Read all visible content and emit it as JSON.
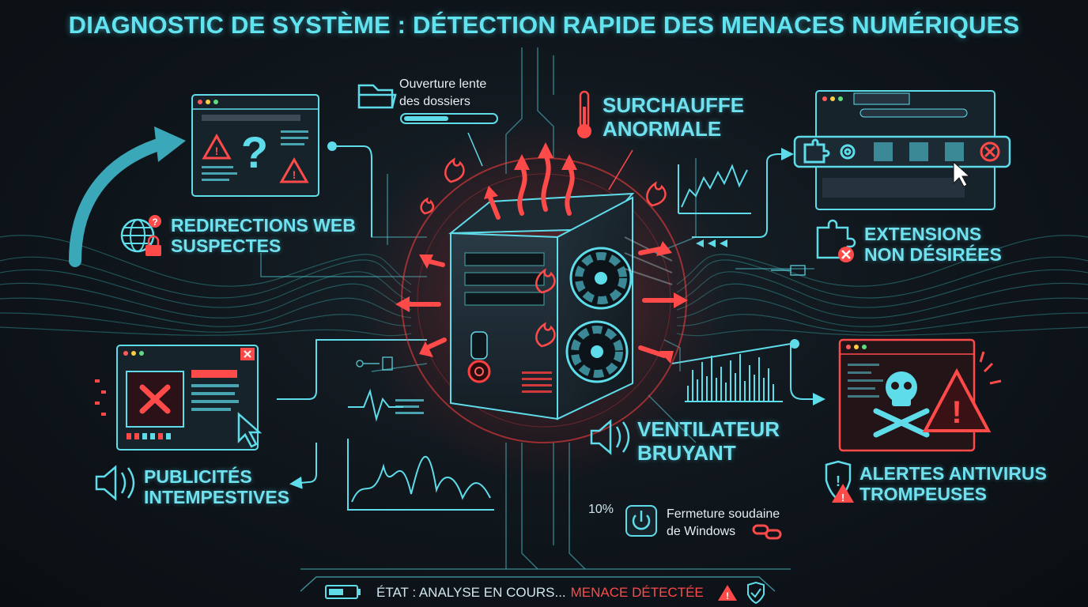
{
  "title": "DIAGNOSTIC DE SYSTÈME : DÉTECTION RAPIDE DES MENACES NUMÉRIQUES",
  "symptoms": {
    "redirections": [
      "REDIRECTIONS WEB",
      "SUSPECTES"
    ],
    "overheat": [
      "SURCHAUFFE",
      "ANORMALE"
    ],
    "extensions": [
      "EXTENSIONS",
      "NON DÉSIRÉES"
    ],
    "popups": [
      "PUBLICITÉS",
      "INTEMPESTIVES"
    ],
    "fan": [
      "VENTILATEUR",
      "BRUYANT"
    ],
    "antivirus": [
      "ALERTES ANTIVIRUS",
      "TROMPEUSES"
    ],
    "slow_folders": [
      "Ouverture lente",
      "des dossiers"
    ],
    "shutdown": [
      "Fermeture soudaine",
      "de Windows"
    ]
  },
  "percent": "10%",
  "status": {
    "analysis": "ÉTAT : ANALYSE EN COURS...",
    "threat": "MENACE DÉTECTÉE"
  },
  "colors": {
    "cyan": "#5fdcea",
    "red": "#ff4a4a",
    "panel": "#1c2a34"
  },
  "icons": [
    "globe-lock-icon",
    "folder-icon",
    "thermometer-icon",
    "puzzle-icon",
    "speaker-icon",
    "shield-alert-icon",
    "power-icon",
    "broken-link-icon",
    "skull-icon",
    "battery-icon",
    "shield-check-icon",
    "warning-icon",
    "fire-icon",
    "cursor-icon"
  ]
}
